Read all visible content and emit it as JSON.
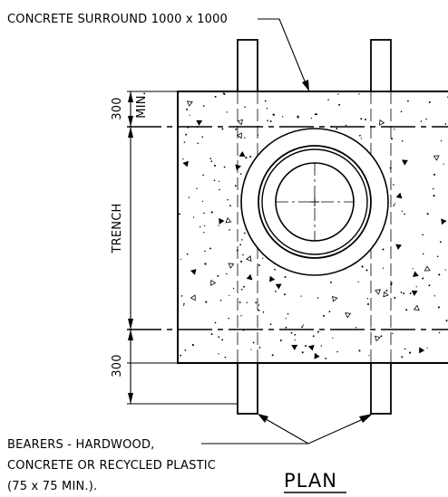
{
  "drawing": {
    "surround_label": "CONCRETE SURROUND 1000 x 1000",
    "dim_top_value": "300",
    "dim_top_note": "MIN.",
    "dim_trench": "TRENCH",
    "dim_bottom_value": "300",
    "bearers_line1": "BEARERS - HARDWOOD,",
    "bearers_line2": "CONCRETE OR RECYCLED PLASTIC",
    "bearers_line3": "(75 x 75 MIN.).",
    "view_title": "PLAN"
  }
}
